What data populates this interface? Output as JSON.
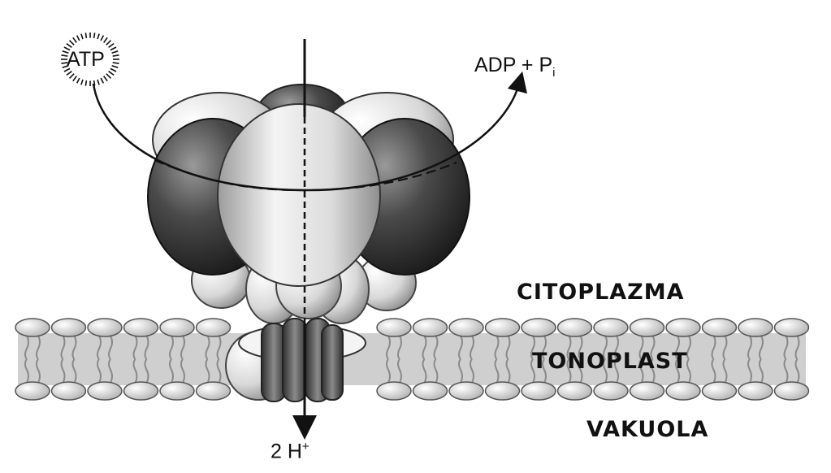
{
  "labels": {
    "atp": "ATP",
    "adp": "ADP + P",
    "adp_sub": "i",
    "protons": "2 H",
    "protons_sup": "+",
    "cytoplasm": "CITOPLAZMA",
    "tonoplast": "TONOPLAST",
    "vacuole": "VAKUOLA"
  },
  "colors": {
    "membrane_band": "#cfcfcf",
    "dark_subunit": "#3a3a3a",
    "light_subunit": "#e6e6e6",
    "channel": "#5a5a5a"
  }
}
